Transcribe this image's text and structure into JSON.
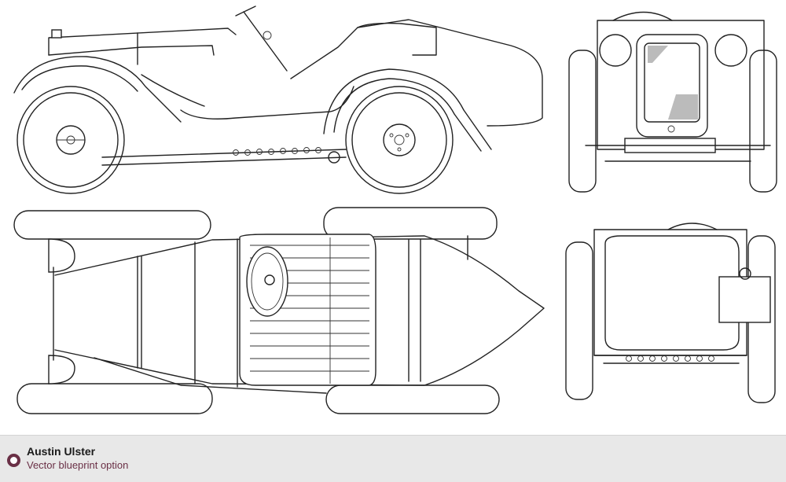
{
  "caption": {
    "title": "Austin Ulster",
    "subtitle": "Vector blueprint option",
    "marker_color": "#6a3046"
  },
  "views": [
    "side-view",
    "front-view",
    "top-view",
    "rear-view"
  ]
}
